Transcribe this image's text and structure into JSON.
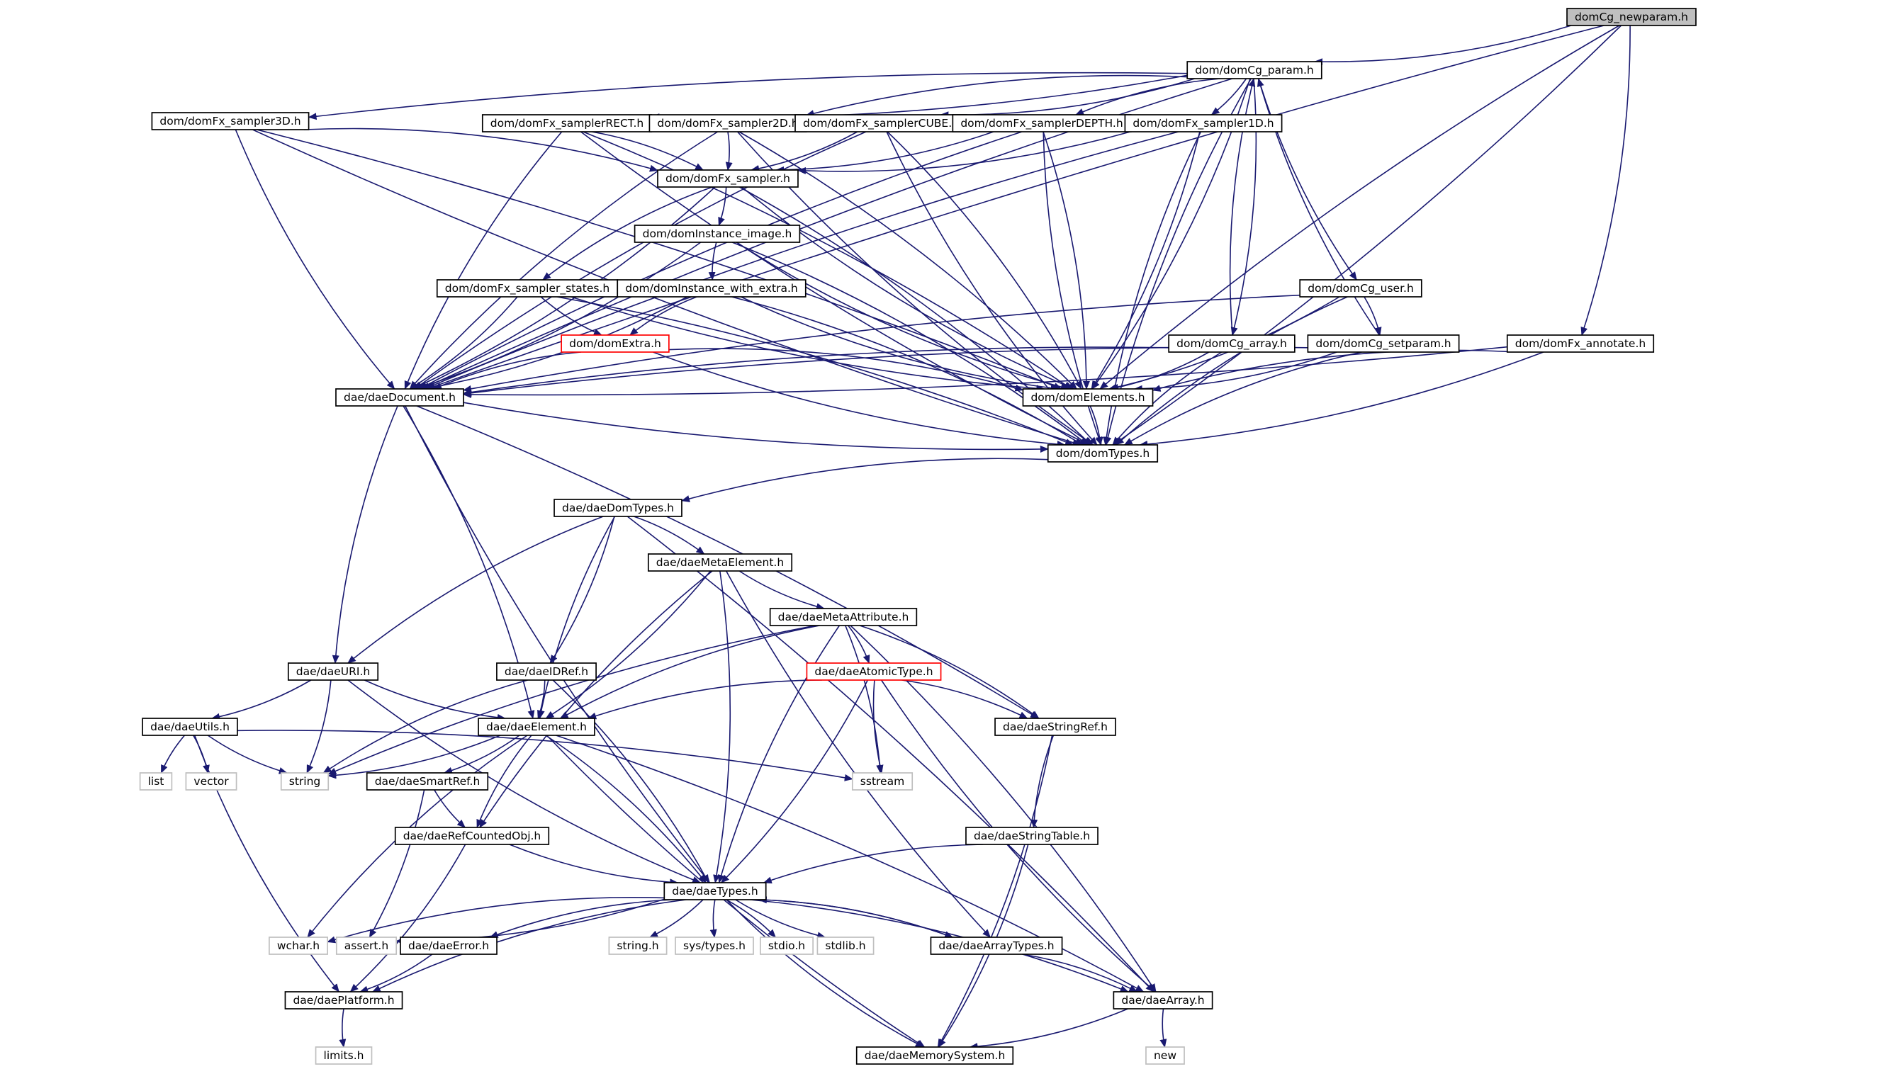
{
  "diagram": {
    "nodes": [
      {
        "id": "root",
        "label": "domCg_newparam.h",
        "style": "root"
      },
      {
        "id": "cg_param",
        "label": "dom/domCg_param.h",
        "style": "normal"
      },
      {
        "id": "s3d",
        "label": "dom/domFx_sampler3D.h",
        "style": "normal"
      },
      {
        "id": "srect",
        "label": "dom/domFx_samplerRECT.h",
        "style": "normal"
      },
      {
        "id": "s2d",
        "label": "dom/domFx_sampler2D.h",
        "style": "normal"
      },
      {
        "id": "scube",
        "label": "dom/domFx_samplerCUBE.h",
        "style": "normal"
      },
      {
        "id": "sdepth",
        "label": "dom/domFx_samplerDEPTH.h",
        "style": "normal"
      },
      {
        "id": "s1d",
        "label": "dom/domFx_sampler1D.h",
        "style": "normal"
      },
      {
        "id": "sampler",
        "label": "dom/domFx_sampler.h",
        "style": "normal"
      },
      {
        "id": "inst_image",
        "label": "dom/domInstance_image.h",
        "style": "normal"
      },
      {
        "id": "states",
        "label": "dom/domFx_sampler_states.h",
        "style": "normal"
      },
      {
        "id": "inst_extra",
        "label": "dom/domInstance_with_extra.h",
        "style": "normal"
      },
      {
        "id": "extra",
        "label": "dom/domExtra.h",
        "style": "red"
      },
      {
        "id": "cg_user",
        "label": "dom/domCg_user.h",
        "style": "normal"
      },
      {
        "id": "cg_array",
        "label": "dom/domCg_array.h",
        "style": "normal"
      },
      {
        "id": "cg_setparam",
        "label": "dom/domCg_setparam.h",
        "style": "normal"
      },
      {
        "id": "annotate",
        "label": "dom/domFx_annotate.h",
        "style": "normal"
      },
      {
        "id": "daedoc",
        "label": "dae/daeDocument.h",
        "style": "normal"
      },
      {
        "id": "domelem",
        "label": "dom/domElements.h",
        "style": "normal"
      },
      {
        "id": "domtypes",
        "label": "dom/domTypes.h",
        "style": "normal"
      },
      {
        "id": "daedomtypes",
        "label": "dae/daeDomTypes.h",
        "style": "normal"
      },
      {
        "id": "metaelem",
        "label": "dae/daeMetaElement.h",
        "style": "normal"
      },
      {
        "id": "metaattr",
        "label": "dae/daeMetaAttribute.h",
        "style": "normal"
      },
      {
        "id": "uri",
        "label": "dae/daeURI.h",
        "style": "normal"
      },
      {
        "id": "idref",
        "label": "dae/daeIDRef.h",
        "style": "normal"
      },
      {
        "id": "atomic",
        "label": "dae/daeAtomicType.h",
        "style": "red"
      },
      {
        "id": "utils",
        "label": "dae/daeUtils.h",
        "style": "normal"
      },
      {
        "id": "element",
        "label": "dae/daeElement.h",
        "style": "normal"
      },
      {
        "id": "strref",
        "label": "dae/daeStringRef.h",
        "style": "normal"
      },
      {
        "id": "list",
        "label": "list",
        "style": "sys"
      },
      {
        "id": "vector",
        "label": "vector",
        "style": "sys"
      },
      {
        "id": "string",
        "label": "string",
        "style": "sys"
      },
      {
        "id": "smartref",
        "label": "dae/daeSmartRef.h",
        "style": "normal"
      },
      {
        "id": "sstream",
        "label": "sstream",
        "style": "sys"
      },
      {
        "id": "refcounted",
        "label": "dae/daeRefCountedObj.h",
        "style": "normal"
      },
      {
        "id": "strtable",
        "label": "dae/daeStringTable.h",
        "style": "normal"
      },
      {
        "id": "daetypes",
        "label": "dae/daeTypes.h",
        "style": "normal"
      },
      {
        "id": "wchar",
        "label": "wchar.h",
        "style": "sys"
      },
      {
        "id": "assert",
        "label": "assert.h",
        "style": "sys"
      },
      {
        "id": "daeerror",
        "label": "dae/daeError.h",
        "style": "normal"
      },
      {
        "id": "string_h",
        "label": "string.h",
        "style": "sys"
      },
      {
        "id": "systypes",
        "label": "sys/types.h",
        "style": "sys"
      },
      {
        "id": "stdio",
        "label": "stdio.h",
        "style": "sys"
      },
      {
        "id": "stdlib",
        "label": "stdlib.h",
        "style": "sys"
      },
      {
        "id": "arraytypes",
        "label": "dae/daeArrayTypes.h",
        "style": "normal"
      },
      {
        "id": "platform",
        "label": "dae/daePlatform.h",
        "style": "normal"
      },
      {
        "id": "array",
        "label": "dae/daeArray.h",
        "style": "normal"
      },
      {
        "id": "limits",
        "label": "limits.h",
        "style": "sys"
      },
      {
        "id": "memsys",
        "label": "dae/daeMemorySystem.h",
        "style": "normal"
      },
      {
        "id": "new",
        "label": "new",
        "style": "sys"
      }
    ],
    "edges": [
      [
        "root",
        "cg_param"
      ],
      [
        "root",
        "daedoc"
      ],
      [
        "root",
        "annotate"
      ],
      [
        "root",
        "domelem"
      ],
      [
        "root",
        "domtypes"
      ],
      [
        "cg_param",
        "s3d"
      ],
      [
        "cg_param",
        "srect"
      ],
      [
        "cg_param",
        "s2d"
      ],
      [
        "cg_param",
        "scube"
      ],
      [
        "cg_param",
        "sdepth"
      ],
      [
        "cg_param",
        "s1d"
      ],
      [
        "cg_param",
        "cg_user"
      ],
      [
        "cg_param",
        "cg_array"
      ],
      [
        "cg_param",
        "daedoc"
      ],
      [
        "cg_param",
        "domelem"
      ],
      [
        "cg_param",
        "domtypes"
      ],
      [
        "s3d",
        "sampler"
      ],
      [
        "s3d",
        "daedoc"
      ],
      [
        "s3d",
        "domelem"
      ],
      [
        "s3d",
        "domtypes"
      ],
      [
        "srect",
        "sampler"
      ],
      [
        "srect",
        "daedoc"
      ],
      [
        "srect",
        "domelem"
      ],
      [
        "srect",
        "domtypes"
      ],
      [
        "s2d",
        "sampler"
      ],
      [
        "s2d",
        "daedoc"
      ],
      [
        "s2d",
        "domelem"
      ],
      [
        "s2d",
        "domtypes"
      ],
      [
        "scube",
        "sampler"
      ],
      [
        "scube",
        "daedoc"
      ],
      [
        "scube",
        "domelem"
      ],
      [
        "scube",
        "domtypes"
      ],
      [
        "sdepth",
        "sampler"
      ],
      [
        "sdepth",
        "daedoc"
      ],
      [
        "sdepth",
        "domelem"
      ],
      [
        "sdepth",
        "domtypes"
      ],
      [
        "s1d",
        "sampler"
      ],
      [
        "s1d",
        "daedoc"
      ],
      [
        "s1d",
        "domelem"
      ],
      [
        "s1d",
        "domtypes"
      ],
      [
        "sampler",
        "inst_image"
      ],
      [
        "sampler",
        "states"
      ],
      [
        "sampler",
        "daedoc"
      ],
      [
        "sampler",
        "domelem"
      ],
      [
        "sampler",
        "domtypes"
      ],
      [
        "inst_image",
        "inst_extra"
      ],
      [
        "inst_image",
        "daedoc"
      ],
      [
        "inst_image",
        "domelem"
      ],
      [
        "inst_image",
        "domtypes"
      ],
      [
        "states",
        "extra"
      ],
      [
        "states",
        "daedoc"
      ],
      [
        "states",
        "domelem"
      ],
      [
        "states",
        "domtypes"
      ],
      [
        "inst_extra",
        "extra"
      ],
      [
        "inst_extra",
        "daedoc"
      ],
      [
        "inst_extra",
        "domelem"
      ],
      [
        "inst_extra",
        "domtypes"
      ],
      [
        "extra",
        "daedoc"
      ],
      [
        "extra",
        "domelem"
      ],
      [
        "extra",
        "domtypes"
      ],
      [
        "cg_user",
        "cg_setparam"
      ],
      [
        "cg_user",
        "daedoc"
      ],
      [
        "cg_user",
        "domelem"
      ],
      [
        "cg_user",
        "domtypes"
      ],
      [
        "cg_array",
        "cg_param"
      ],
      [
        "cg_array",
        "daedoc"
      ],
      [
        "cg_array",
        "domelem"
      ],
      [
        "cg_array",
        "domtypes"
      ],
      [
        "cg_setparam",
        "cg_param"
      ],
      [
        "cg_setparam",
        "daedoc"
      ],
      [
        "cg_setparam",
        "domelem"
      ],
      [
        "cg_setparam",
        "domtypes"
      ],
      [
        "annotate",
        "daedoc"
      ],
      [
        "annotate",
        "domelem"
      ],
      [
        "annotate",
        "domtypes"
      ],
      [
        "daedoc",
        "uri"
      ],
      [
        "daedoc",
        "element"
      ],
      [
        "daedoc",
        "daetypes"
      ],
      [
        "daedoc",
        "strref"
      ],
      [
        "daedoc",
        "domtypes"
      ],
      [
        "domelem",
        "domtypes"
      ],
      [
        "domtypes",
        "daedomtypes"
      ],
      [
        "daedomtypes",
        "metaelem"
      ],
      [
        "daedomtypes",
        "uri"
      ],
      [
        "daedomtypes",
        "idref"
      ],
      [
        "daedomtypes",
        "element"
      ],
      [
        "daedomtypes",
        "array"
      ],
      [
        "metaelem",
        "metaattr"
      ],
      [
        "metaelem",
        "element"
      ],
      [
        "metaelem",
        "refcounted"
      ],
      [
        "metaelem",
        "daetypes"
      ],
      [
        "metaelem",
        "arraytypes"
      ],
      [
        "metaattr",
        "atomic"
      ],
      [
        "metaattr",
        "element"
      ],
      [
        "metaattr",
        "strref"
      ],
      [
        "metaattr",
        "string"
      ],
      [
        "metaattr",
        "sstream"
      ],
      [
        "metaattr",
        "daetypes"
      ],
      [
        "metaattr",
        "array"
      ],
      [
        "atomic",
        "element"
      ],
      [
        "atomic",
        "strref"
      ],
      [
        "atomic",
        "sstream"
      ],
      [
        "atomic",
        "daetypes"
      ],
      [
        "atomic",
        "array"
      ],
      [
        "uri",
        "utils"
      ],
      [
        "uri",
        "element"
      ],
      [
        "uri",
        "string"
      ],
      [
        "uri",
        "daetypes"
      ],
      [
        "idref",
        "element"
      ],
      [
        "idref",
        "string"
      ],
      [
        "idref",
        "daetypes"
      ],
      [
        "utils",
        "list"
      ],
      [
        "utils",
        "vector"
      ],
      [
        "utils",
        "string"
      ],
      [
        "utils",
        "sstream"
      ],
      [
        "utils",
        "platform"
      ],
      [
        "element",
        "smartref"
      ],
      [
        "element",
        "refcounted"
      ],
      [
        "element",
        "string"
      ],
      [
        "element",
        "wchar"
      ],
      [
        "element",
        "daetypes"
      ],
      [
        "element",
        "memsys"
      ],
      [
        "element",
        "array"
      ],
      [
        "smartref",
        "refcounted"
      ],
      [
        "smartref",
        "assert"
      ],
      [
        "refcounted",
        "daetypes"
      ],
      [
        "refcounted",
        "platform"
      ],
      [
        "strref",
        "strtable"
      ],
      [
        "strref",
        "memsys"
      ],
      [
        "strtable",
        "daetypes"
      ],
      [
        "strtable",
        "memsys"
      ],
      [
        "daetypes",
        "wchar"
      ],
      [
        "daetypes",
        "assert"
      ],
      [
        "daetypes",
        "daeerror"
      ],
      [
        "daetypes",
        "string_h"
      ],
      [
        "daetypes",
        "systypes"
      ],
      [
        "daetypes",
        "stdio"
      ],
      [
        "daetypes",
        "stdlib"
      ],
      [
        "daetypes",
        "arraytypes"
      ],
      [
        "daetypes",
        "platform"
      ],
      [
        "daetypes",
        "array"
      ],
      [
        "daetypes",
        "memsys"
      ],
      [
        "daeerror",
        "platform"
      ],
      [
        "arraytypes",
        "daetypes"
      ],
      [
        "arraytypes",
        "array"
      ],
      [
        "platform",
        "limits"
      ],
      [
        "array",
        "memsys"
      ],
      [
        "array",
        "new"
      ]
    ]
  }
}
